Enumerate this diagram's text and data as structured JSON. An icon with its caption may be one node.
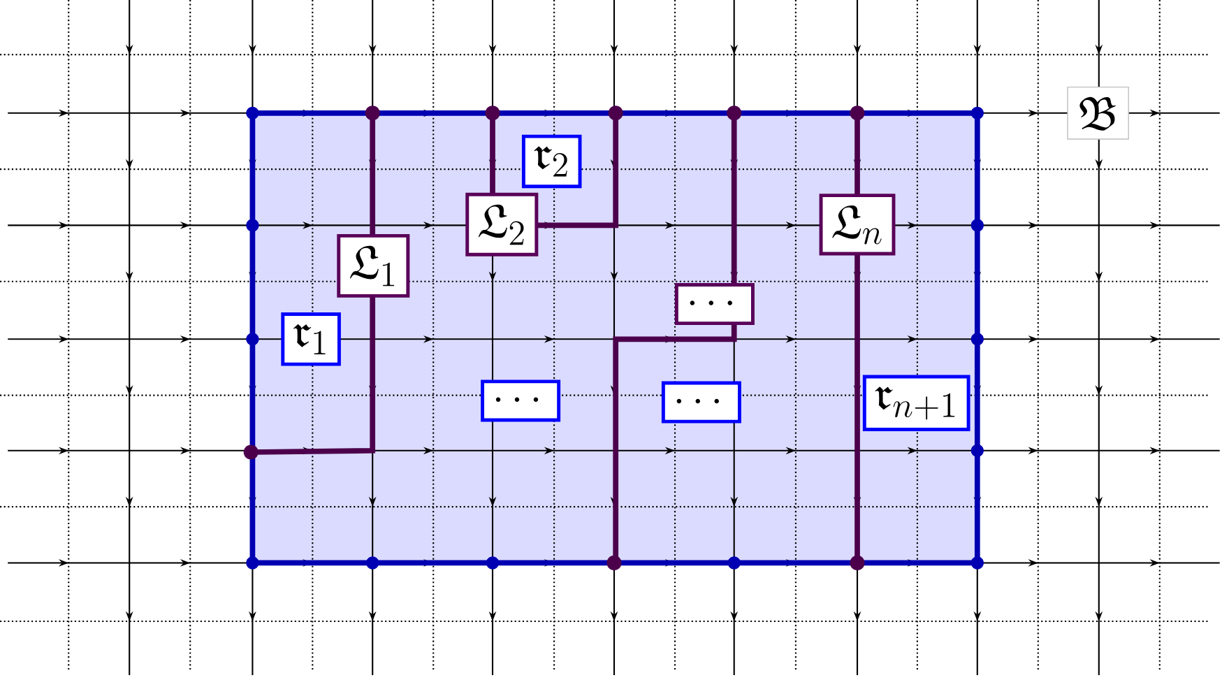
{
  "diagram": {
    "nodes": [
      {
        "text": [
          "\\mathfrak{B}"
        ]
      },
      {
        "text": [
          "\\mathfrak{r}_2"
        ]
      },
      {
        "text": [
          "\\mathfrak{L}_2"
        ]
      },
      {
        "text": [
          "\\mathfrak{L}_n"
        ]
      },
      {
        "text": [
          "\\mathfrak{L}_1"
        ]
      },
      {
        "text": [
          "\\cdots"
        ]
      },
      {
        "text": [
          "\\mathfrak{r}_1"
        ]
      },
      {
        "text": [
          "\\cdots"
        ]
      },
      {
        "text": [
          "\\cdots"
        ]
      },
      {
        "text": [
          "\\mathfrak{r}_{n+1}"
        ]
      }
    ]
  }
}
